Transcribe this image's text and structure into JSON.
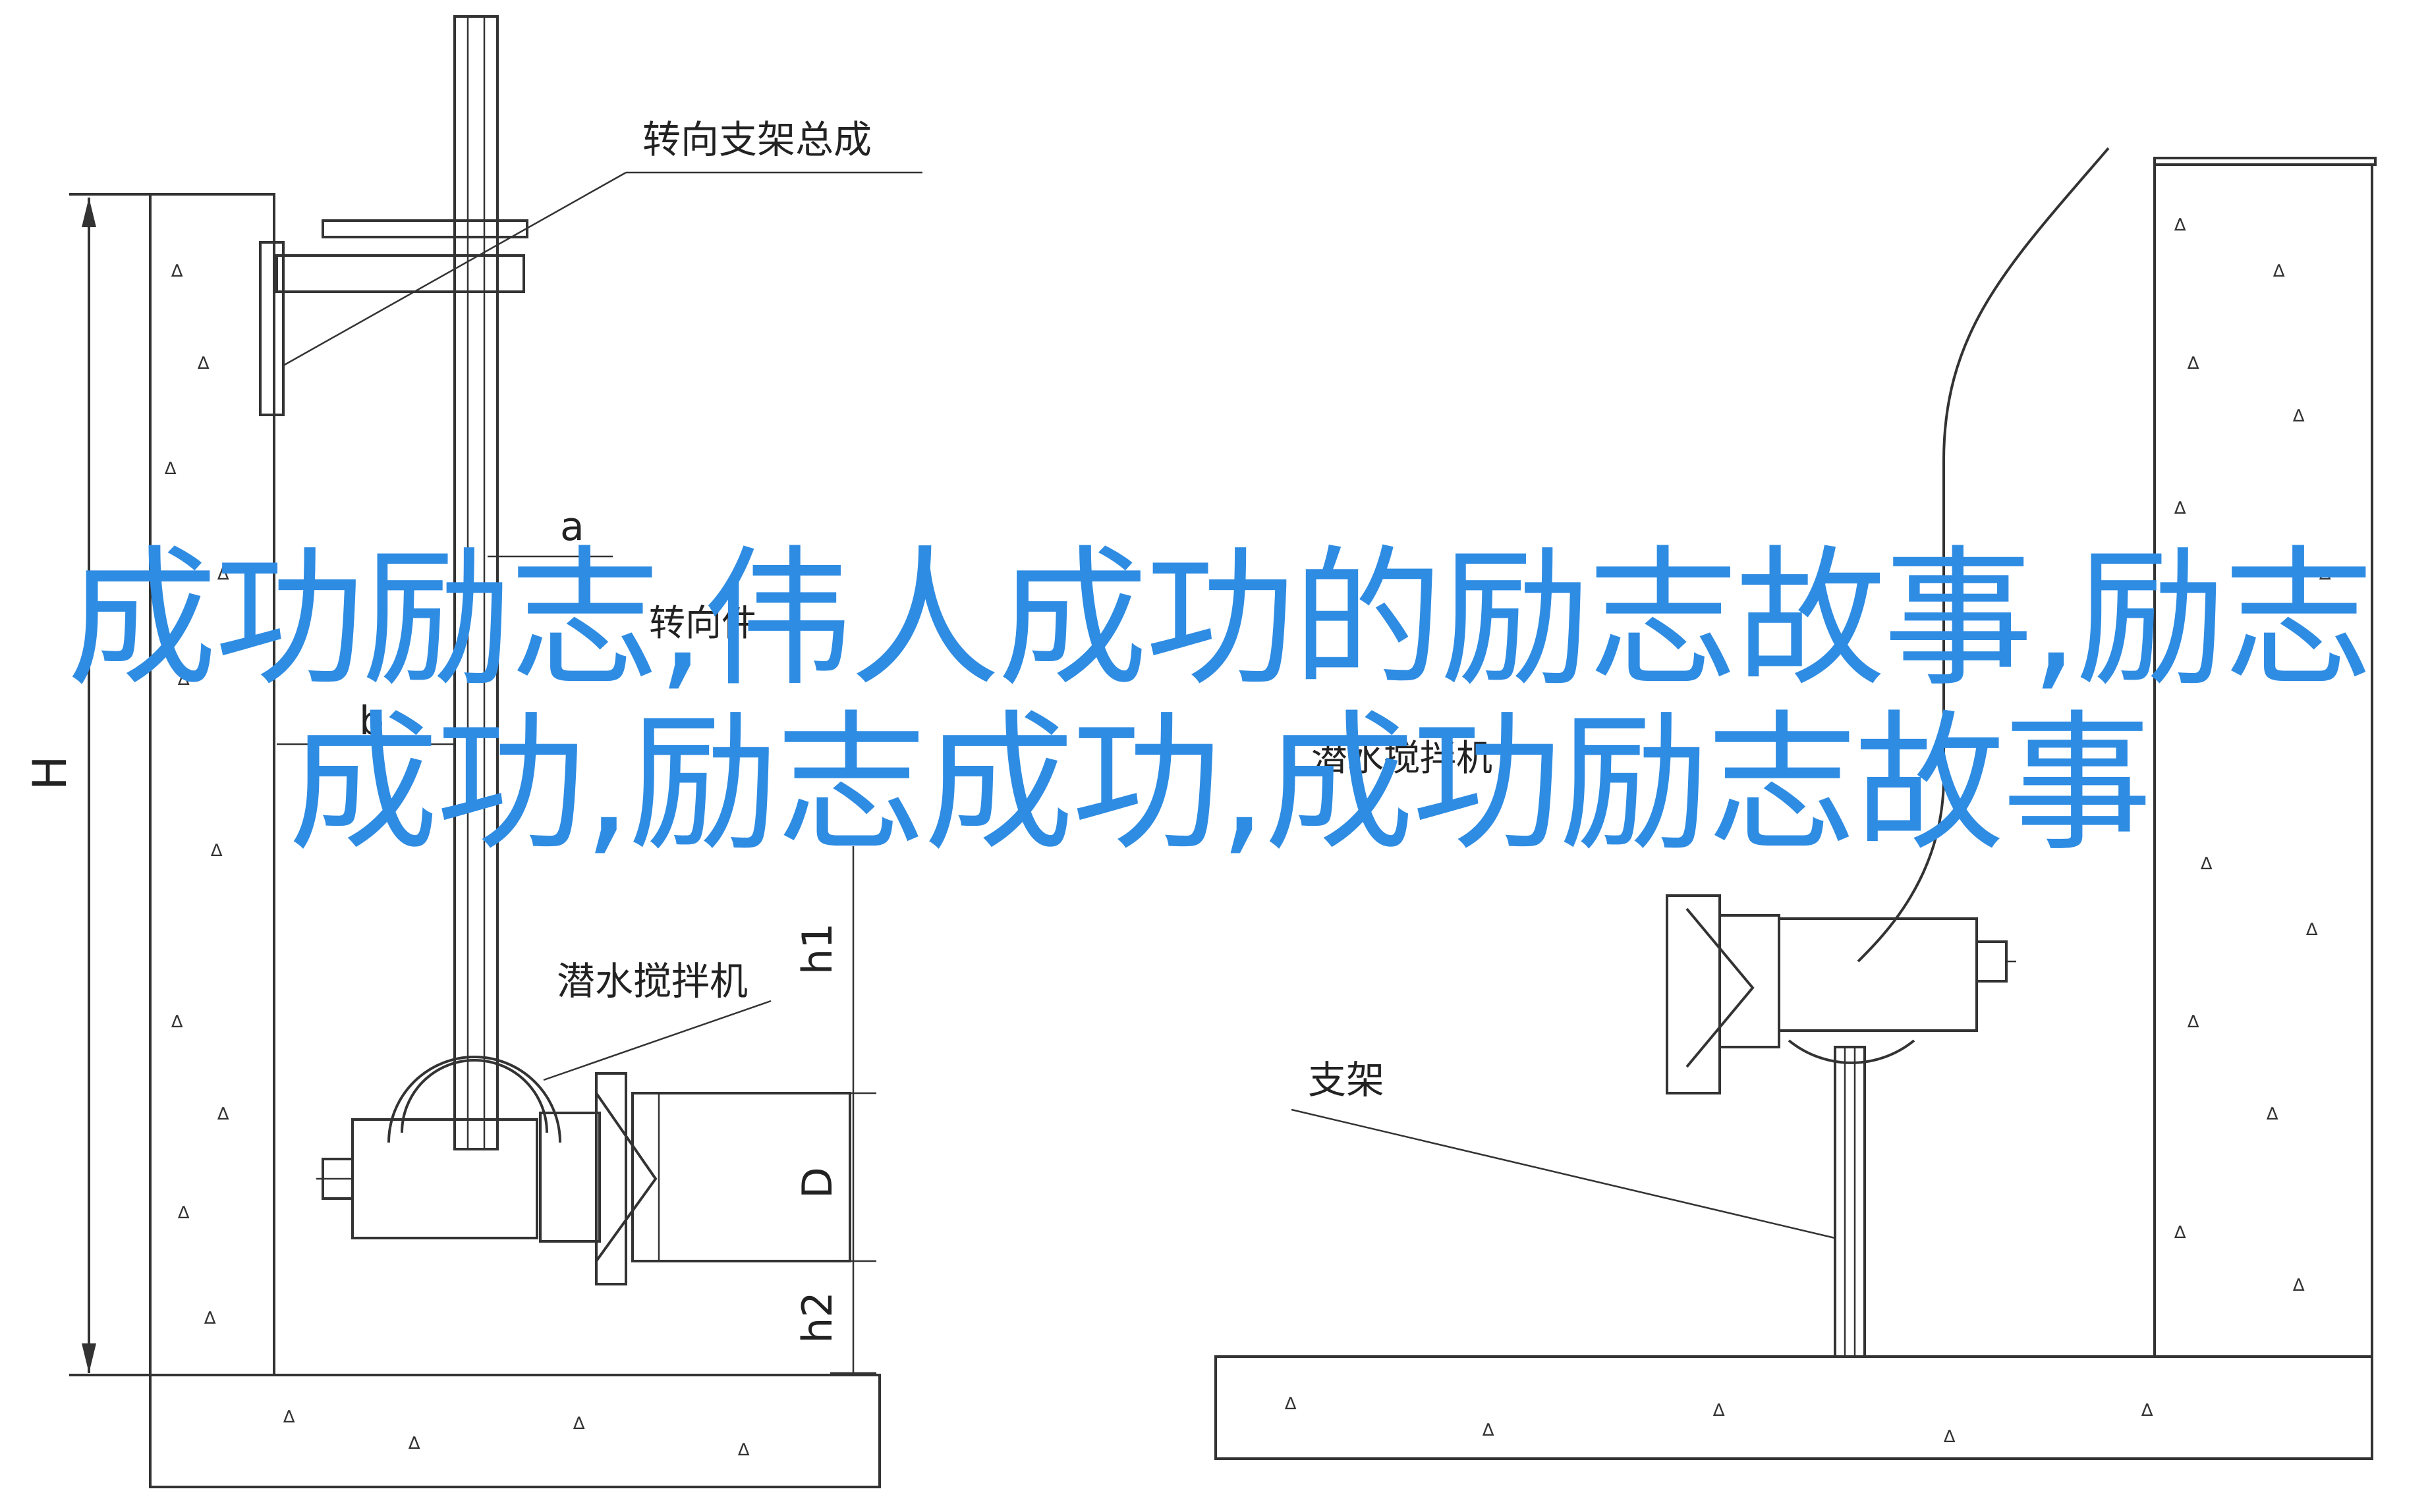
{
  "labels": {
    "steering_bracket": "转向支架总成",
    "steering_partial": "转向件",
    "mixer_left": "潜水搅拌机",
    "mixer_right_partial": "潜水搅拌机",
    "support": "支架",
    "a": "a",
    "b": "b",
    "H": "H",
    "h1": "h1",
    "D": "D",
    "h2": "h2"
  },
  "overlay": {
    "title": "成功励志,伟人成功的励志故事,励志成功,励志成功,成功励志故事"
  },
  "colors": {
    "line": "#333333",
    "overlay_text": "#2f8ce3",
    "background": "#ffffff"
  }
}
